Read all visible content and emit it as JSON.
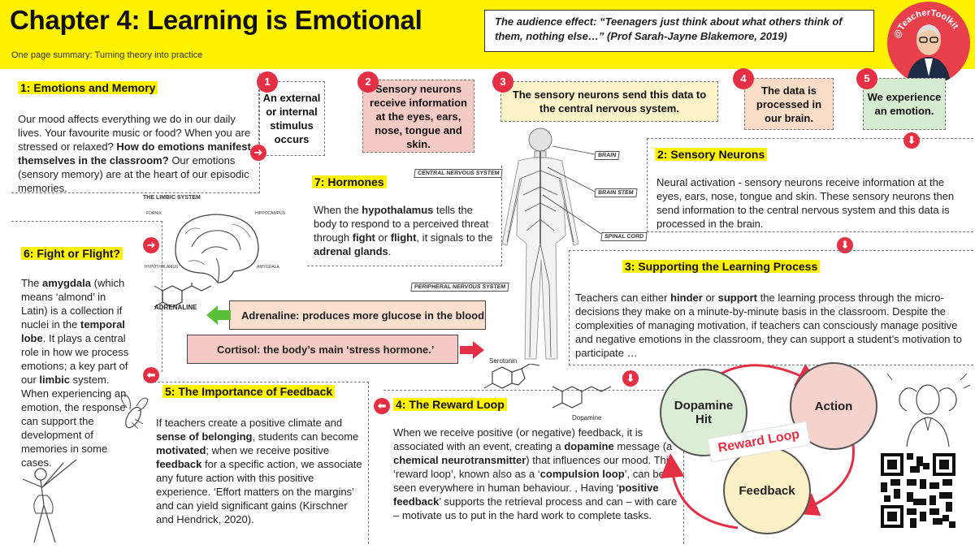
{
  "header": {
    "title": "Chapter 4: Learning is Emotional",
    "subtitle": "One page summary: Turning theory into practice",
    "quote": "The audience effect: “Teenagers just think about what others think of them, nothing else…” (Prof Sarah-Jayne Blakemore, 2019)",
    "handle": "@TeacherToolkit"
  },
  "steps": [
    {
      "num": "1",
      "text": "An external or internal stimulus occurs",
      "color": "#ffffff"
    },
    {
      "num": "2",
      "text": "Sensory neurons receive information at the eyes, ears, nose, tongue and skin.",
      "color": "#f5c9c4"
    },
    {
      "num": "3",
      "text": "The sensory neurons send this data to the central nervous system.",
      "color": "#fdf3c8"
    },
    {
      "num": "4",
      "text": "The data is processed in our brain.",
      "color": "#fbdcc7"
    },
    {
      "num": "5",
      "text": "We experience an emotion.",
      "color": "#d7ebd3"
    }
  ],
  "s1": {
    "heading": "1: Emotions and Memory",
    "p1": "Our mood affects everything we do in our daily lives. Your favourite music or food? When you are stressed or relaxed?",
    "p2": "How do emotions manifest themselves in the classroom?",
    "p3": "Our emotions (sensory memory) are at the heart of our episodic memories."
  },
  "s2": {
    "heading": "2: Sensory Neurons",
    "body": "Neural activation - sensory neurons receive information at the eyes, ears, nose, tongue and skin. These sensory neurons then send information to the central nervous system and this data is processed in the brain."
  },
  "s3": {
    "heading": "3: Supporting the Learning Process",
    "t1": "Teachers can either",
    "t2": "hinder",
    "t3": "or",
    "t4": "support",
    "t5": "the learning process through the micro-decisions they make on a minute-by-minute basis in the classroom. Despite the complexities of managing motivation, if teachers can consciously manage positive and negative emotions in the classroom, they can support a student’s motivation to participate …"
  },
  "s4": {
    "heading": "4: The Reward Loop",
    "t1": "When we receive positive (or negative) feedback, it is associated with an event, creating a",
    "t2": "dopamine",
    "t3": "message (a",
    "t4": "chemical neurotransmitter",
    "t5": ") that influences our mood. This ‘reward loop’, known also as a ‘",
    "t6": "compulsion loop",
    "t7": "’, can be seen everywhere in human behaviour. , Having ‘",
    "t8": "positive feedback",
    "t9": "’ supports the retrieval process and can – with care – motivate us to put in the hard work to complete tasks."
  },
  "s5": {
    "heading": "5: The Importance of Feedback",
    "t1": "If teachers create a positive climate and",
    "t2": "sense of belonging",
    "t3": ", students can become",
    "t4": "motivated",
    "t5": "; when we receive positive",
    "t6": "feedback",
    "t7": "for a specific action, we associate any future action with this positive experience. ‘Effort matters on the margins’ and can yield significant gains (Kirschner and Hendrick, 2020)."
  },
  "s6": {
    "heading": "6: Fight or Flight?",
    "t1": "The",
    "t2": "amygdala",
    "t3": "(which means ‘almond’ in Latin) is a collection if nuclei in the",
    "t4": "temporal lobe",
    "t5": ". It plays a central role in how we process emotions; a key part of our",
    "t6": "limbic",
    "t7": "system. When experiencing an emotion, the response can support the development of memories in some cases."
  },
  "s7": {
    "heading": "7: Hormones",
    "t1": "When the",
    "t2": "hypothalamus",
    "t3": "tells the body to respond to a perceived threat through",
    "t4": "fight",
    "t5": "or",
    "t6": "flight",
    "t7": ", it signals to the",
    "t8": "adrenal glands",
    "t9": "."
  },
  "hormones": {
    "adrenaline": "Adrenaline: produces more glucose in the blood",
    "cortisol": "Cortisol: the body’s main ‘stress hormone.’",
    "adrenaline_label": "ADRENALINE",
    "serotonin_label": "Serotonin",
    "dopamine_label": "Dopamine"
  },
  "limbic": {
    "title": "THE LIMBIC SYSTEM",
    "labels": [
      "FORNIX",
      "HIPPOCAMPUS",
      "HYPOTHALAMUS",
      "AMYGDALA"
    ]
  },
  "nervous": {
    "labels": {
      "cns": "CENTRAL NERVOUS SYSTEM",
      "brain": "BRAIN",
      "stem": "BRAIN STEM",
      "cord": "SPINAL CORD",
      "pns": "PERIPHERAL NERVOUS SYSTEM"
    }
  },
  "loop": {
    "dopamine": "Dopamine Hit",
    "action": "Action",
    "feedback": "Feedback",
    "label": "Reward Loop",
    "colors": {
      "dopamine": "#dcedd5",
      "action": "#f6d2cc",
      "feedback": "#fcf0c6",
      "accent": "#e52f45"
    }
  },
  "colors": {
    "accent": "#e52f45",
    "highlight": "#fff200"
  }
}
